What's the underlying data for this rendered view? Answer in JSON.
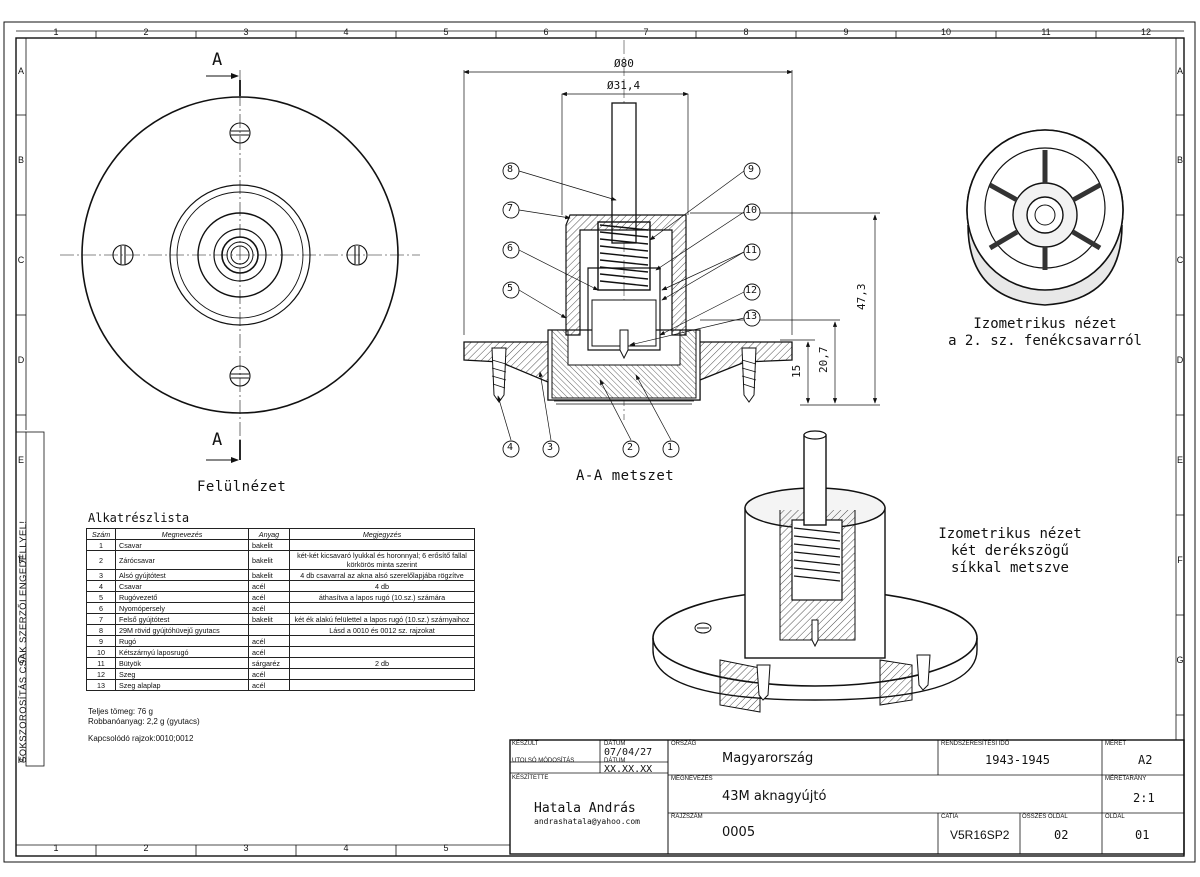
{
  "zones": {
    "columns": [
      "1",
      "2",
      "3",
      "4",
      "5",
      "6",
      "7",
      "8",
      "9",
      "10",
      "11",
      "12"
    ],
    "bottom_columns": [
      "1",
      "2",
      "3",
      "4",
      "5"
    ],
    "rows": [
      "A",
      "B",
      "C",
      "D",
      "E",
      "F",
      "G",
      "H"
    ]
  },
  "views": {
    "top_view_title": "Felülnézet",
    "section_title": "A-A metszet",
    "section_marker": "A",
    "iso1_caption": [
      "Izometrikus nézet",
      "a 2. sz. fenékcsavarról"
    ],
    "iso2_caption": [
      "Izometrikus nézet",
      "két derékszögű",
      "síkkal metszve"
    ]
  },
  "dimensions": {
    "d80": "Ø80",
    "d31": "Ø31,4",
    "h473": "47,3",
    "h207": "20,7",
    "h15": "15"
  },
  "balloons": [
    "8",
    "7",
    "6",
    "5",
    "9",
    "10",
    "11",
    "12",
    "13",
    "4",
    "3",
    "2",
    "1"
  ],
  "parts_list": {
    "title": "Alkatrészlista",
    "headers": [
      "Szám",
      "Megnevezés",
      "Anyag",
      "Megjegyzés"
    ],
    "rows": [
      [
        "1",
        "Csavar",
        "bakelit",
        ""
      ],
      [
        "2",
        "Zárócsavar",
        "bakelit",
        "két-két kicsavaró lyukkal és horonnyal; 6 erősítő fallal körkörös minta szerint"
      ],
      [
        "3",
        "Alsó gyújtótest",
        "bakelit",
        "4 db csavarral az akna alsó szerelőlapjába rögzítve"
      ],
      [
        "4",
        "Csavar",
        "acél",
        "4 db"
      ],
      [
        "5",
        "Rugóvezető",
        "acél",
        "áthasítva a lapos rugó (10.sz.) számára"
      ],
      [
        "6",
        "Nyomópersely",
        "acél",
        ""
      ],
      [
        "7",
        "Felső gyújtótest",
        "bakelit",
        "két ék alakú felülettel a lapos rugó (10.sz.) szárnyaihoz"
      ],
      [
        "8",
        "29M rövid gyújtóhüvejű gyutacs",
        "",
        "Lásd a 0010 és 0012 sz. rajzokat"
      ],
      [
        "9",
        "Rugó",
        "acél",
        ""
      ],
      [
        "10",
        "Kétszárnyú laposrugó",
        "acél",
        ""
      ],
      [
        "11",
        "Bütyök",
        "sárgaréz",
        "2 db"
      ],
      [
        "12",
        "Szeg",
        "acél",
        ""
      ],
      [
        "13",
        "Szeg alaplap",
        "acél",
        ""
      ]
    ]
  },
  "notes": {
    "weight": "Teljes tömeg: 76 g",
    "explosive": "Robbanóanyag: 2,2 g (gyutacs)",
    "related": "Kapcsolódó rajzok:0010;0012"
  },
  "side_notice": "SOKSZOROSÍTÁS CSAK SZERZŐI ENGEDÉLLYEL!",
  "title_block": {
    "keszult_label": "KÉSZÜLT",
    "datum_label": "DÁTUM",
    "keszult_date": "07/04/27",
    "utolso_label": "UTOLSÓ MÓDOSÍTÁS",
    "utolso_datum_label": "DÁTUM",
    "utolso_date": "XX.XX.XX",
    "keszitette_label": "KÉSZÍTETTE",
    "author": "Hatala András",
    "email": "andrashatala@yahoo.com",
    "orszag_label": "ORSZÁG",
    "country": "Magyarország",
    "rendszer_label": "RENDSZERESÍTÉSI IDŐ",
    "period": "1943-1945",
    "meret_label": "MÉRET",
    "size": "A2",
    "megnevezes_label": "MEGNEVEZÉS",
    "name": "43M aknagyújtó",
    "meretarany_label": "MÉRETARÁNY",
    "scale": "2:1",
    "rajzszam_label": "RAJZSZÁM",
    "drawing_no": "0005",
    "catia_label": "CATIA",
    "catia": "V5R16SP2",
    "osszes_label": "ÖSSZES OLDAL",
    "total_pages": "02",
    "oldal_label": "OLDAL",
    "page": "01"
  }
}
